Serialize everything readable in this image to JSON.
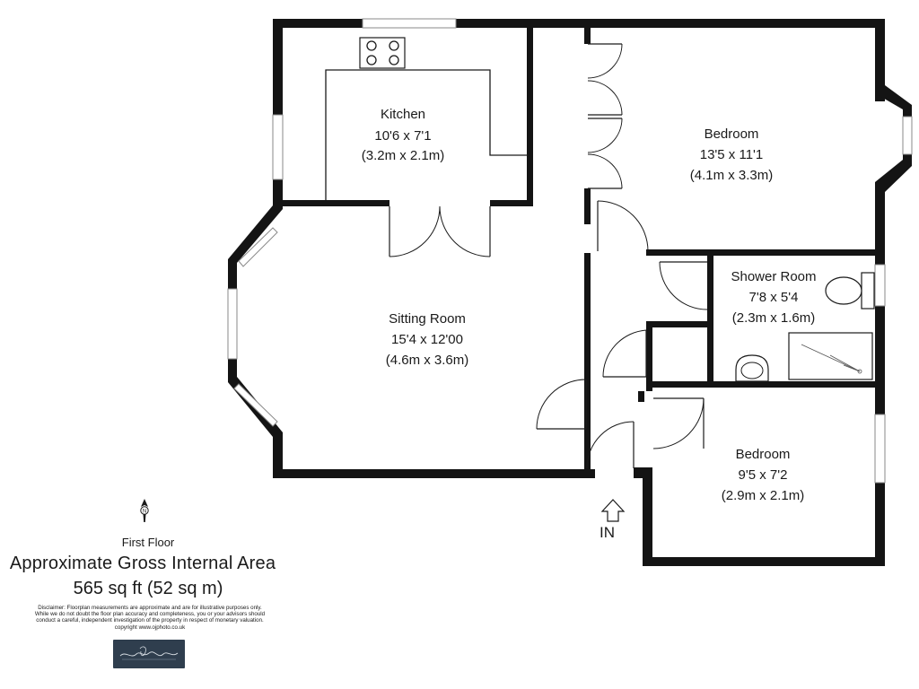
{
  "rooms": {
    "kitchen": {
      "name": "Kitchen",
      "imperial": "10'6 x 7'1",
      "metric": "(3.2m x 2.1m)"
    },
    "bedroom_main": {
      "name": "Bedroom",
      "imperial": "13'5 x 11'1",
      "metric": "(4.1m x 3.3m)"
    },
    "shower_room": {
      "name": "Shower Room",
      "imperial": "7'8 x 5'4",
      "metric": "(2.3m x 1.6m)"
    },
    "sitting_room": {
      "name": "Sitting Room",
      "imperial": "15'4 x 12'00",
      "metric": "(4.6m x 3.6m)"
    },
    "bedroom_second": {
      "name": "Bedroom",
      "imperial": "9'5 x 7'2",
      "metric": "(2.9m x 2.1m)"
    }
  },
  "entrance_label": "IN",
  "compass_letter": "N",
  "footer": {
    "floor": "First Floor",
    "area_title": "Approximate Gross Internal Area",
    "area_value": "565 sq ft (52 sq m)",
    "disclaimer_lines": [
      "Disclaimer: Floorplan measurements are approximate and are for illustrative purposes only.",
      "While we do not doubt the floor plan accuracy and completeness, you or your advisors should",
      "conduct a careful, independent investigation of the property in respect of monetary valuation.",
      "copyright www.ojphoto.co.uk"
    ]
  },
  "colors": {
    "wall": "#141414",
    "logo_bg": "#2f3e4e"
  }
}
